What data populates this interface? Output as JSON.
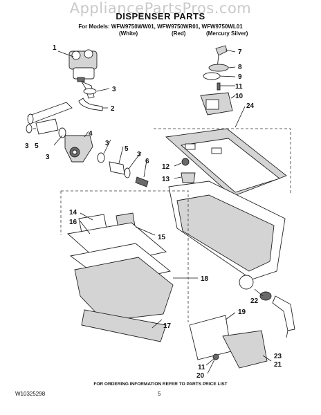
{
  "watermark": "AppliancePartsPros.com",
  "title": "DISPENSER PARTS",
  "models_line": "For Models: WFW9750WW01, WFW9750WR01, WFW9750WL01",
  "variants": [
    "(White)",
    "(Red)",
    "(Mercury Silver)"
  ],
  "callouts": [
    "1",
    "2",
    "3",
    "4",
    "5",
    "6",
    "7",
    "8",
    "9",
    "10",
    "11",
    "12",
    "13",
    "14",
    "15",
    "16",
    "17",
    "18",
    "19",
    "20",
    "21",
    "22",
    "23",
    "24"
  ],
  "footer_note": "FOR ORDERING INFORMATION REFER TO PARTS PRICE LIST",
  "doc_id": "W10325298",
  "page_number": "5"
}
